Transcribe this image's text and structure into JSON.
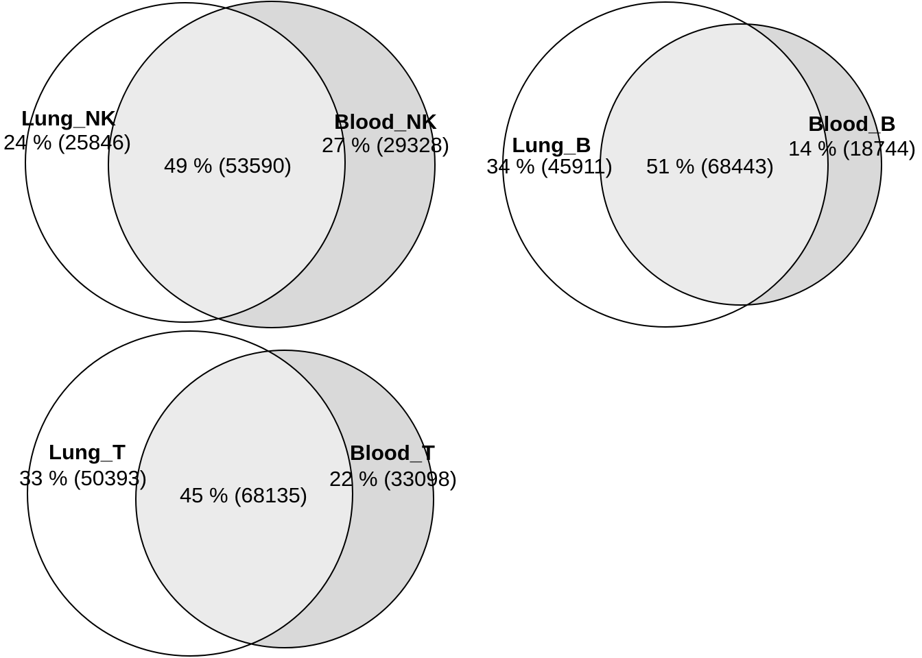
{
  "colors": {
    "background": "#ffffff",
    "left_only_fill": "#ffffff",
    "overlap_fill": "#ebebeb",
    "right_only_fill": "#d9d9d9",
    "outline": "#000000",
    "text": "#000000"
  },
  "chart_data": [
    {
      "type": "venn",
      "position": "top-left",
      "sets": [
        {
          "name": "Lung_NK",
          "unique_label": "24 % (25846)",
          "unique_percent": 24,
          "unique_count": 25846
        },
        {
          "name": "Blood_NK",
          "unique_label": "27 % (29328)",
          "unique_percent": 27,
          "unique_count": 29328
        }
      ],
      "overlap": {
        "label": "49 % (53590)",
        "percent": 49,
        "count": 53590
      }
    },
    {
      "type": "venn",
      "position": "top-right",
      "sets": [
        {
          "name": "Lung_B",
          "unique_label": "34 % (45911)",
          "unique_percent": 34,
          "unique_count": 45911
        },
        {
          "name": "Blood_B",
          "unique_label": "14 % (18744)",
          "unique_percent": 14,
          "unique_count": 18744
        }
      ],
      "overlap": {
        "label": "51 % (68443)",
        "percent": 51,
        "count": 68443
      }
    },
    {
      "type": "venn",
      "position": "bottom-left",
      "sets": [
        {
          "name": "Lung_T",
          "unique_label": "33 % (50393)",
          "unique_percent": 33,
          "unique_count": 50393
        },
        {
          "name": "Blood_T",
          "unique_label": "22 % (33098)",
          "unique_percent": 22,
          "unique_count": 33098
        }
      ],
      "overlap": {
        "label": "45 % (68135)",
        "percent": 45,
        "count": 68135
      }
    }
  ]
}
